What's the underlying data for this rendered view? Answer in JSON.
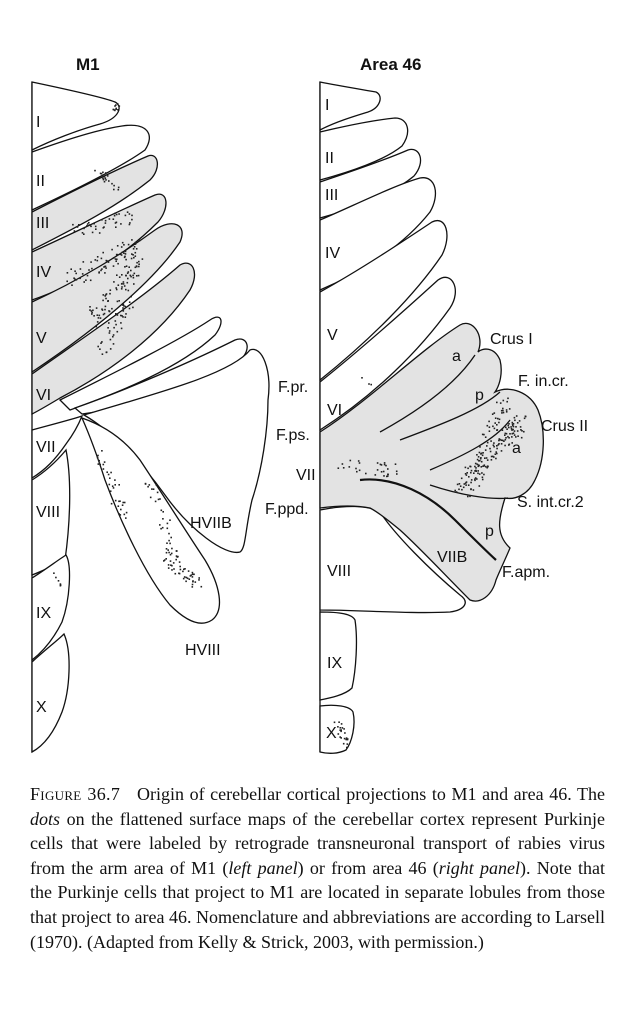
{
  "panels": {
    "left": {
      "title": "M1",
      "labels": {
        "I": "I",
        "II": "II",
        "III": "III",
        "IV": "IV",
        "V": "V",
        "VI": "VI",
        "VII": "VII",
        "VIII": "VIII",
        "IX": "IX",
        "X": "X",
        "HVIIB": "HVIIB",
        "HVIII": "HVIII"
      }
    },
    "right": {
      "title": "Area 46",
      "labels": {
        "I": "I",
        "II": "II",
        "III": "III",
        "IV": "IV",
        "V": "V",
        "VI": "VI",
        "VII": "VII",
        "VIII": "VIII",
        "IX": "IX",
        "X": "X",
        "crus1": "Crus I",
        "crus2": "Crus II",
        "a1": "a",
        "p1": "p",
        "a2": "a",
        "p2": "p",
        "fincr": "F. in.cr.",
        "sintcr2": "S. int.cr.2",
        "viib": "VIIB",
        "fapm": "F.apm.",
        "fpr": "F.pr.",
        "fps": "F.ps.",
        "fppd": "F.ppd."
      }
    }
  },
  "caption": {
    "figure_label": "Figure 36.7",
    "part1": "Origin of cerebellar cortical projections to M1 and area 46. The ",
    "dots_word": "dots",
    "part2": " on the flattened surface maps of the cerebellar cortex represent Purkinje cells that were labeled by retrograde transneuronal transport of rabies virus from the arm area of M1 (",
    "left_panel": "left panel",
    "part3": ") or from area 46 (",
    "right_panel": "right panel",
    "part4": "). Note that the Purkinje cells that project to M1 are located in separate lobules from those that project to area 46. Nomenclature and abbreviations are according to Larsell (1970). (Adapted from Kelly & Strick, 2003, with permission.)"
  }
}
